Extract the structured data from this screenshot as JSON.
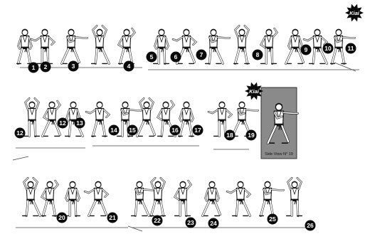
{
  "kiai_label": "Kiai",
  "side_view_caption": "Side View N° 19",
  "badges": [
    "1",
    "2",
    "3",
    "4",
    "5",
    "6",
    "7",
    "8",
    "9",
    "10",
    "11",
    "12",
    "12",
    "13",
    "14",
    "15",
    "16",
    "17",
    "18",
    "19",
    "20",
    "21",
    "22",
    "23",
    "24",
    "25",
    "26"
  ],
  "kiai_steps": [
    "11",
    "19"
  ],
  "colors": {
    "ink": "#111111",
    "badge": "#0a0a0a",
    "badge_text": "#ffffff",
    "panel": "#8a8a8a",
    "gi": "#ffffff",
    "belt": "#111111"
  }
}
